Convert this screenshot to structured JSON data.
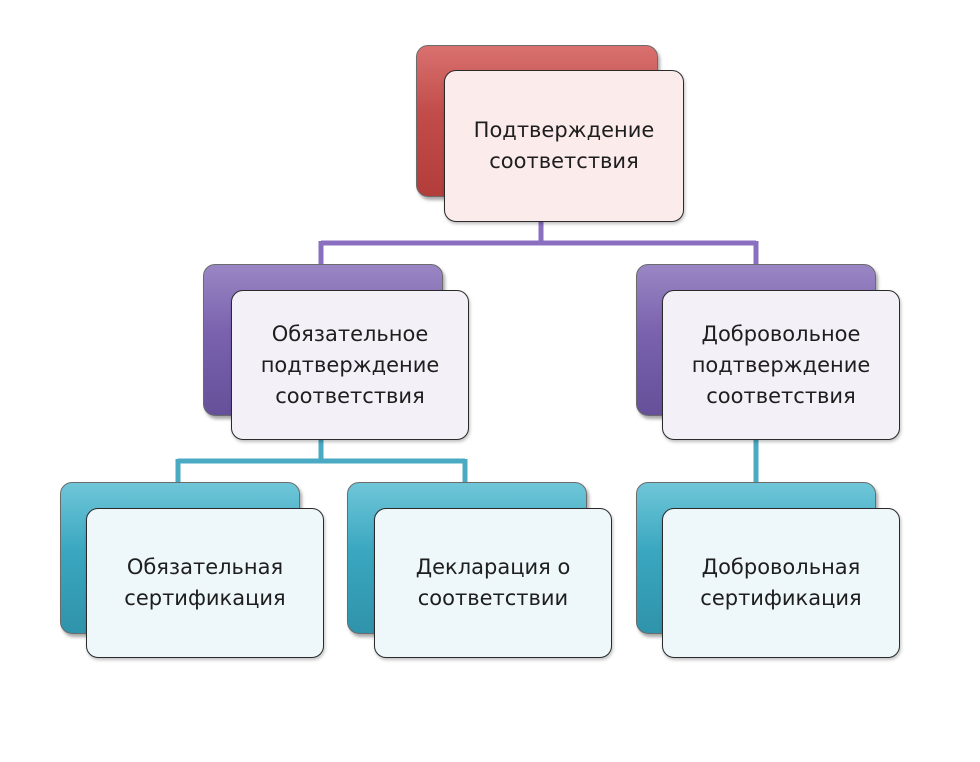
{
  "diagram": {
    "root": {
      "label": "Подтверждение\nсоответствия",
      "color": "#c14c4a"
    },
    "mandatory": {
      "label": "Обязательное\nподтверждение\nсоответствия",
      "color": "#7a62ae"
    },
    "voluntary": {
      "label": "Добровольное\nподтверждение\nсоответствия",
      "color": "#7a62ae"
    },
    "mandatory_certification": {
      "label": "Обязательная\nсертификация",
      "color": "#3aa7c0"
    },
    "declaration": {
      "label": "Декларация о\nсоответствии",
      "color": "#3aa7c0"
    },
    "voluntary_certification": {
      "label": "Добровольная\nсертификация",
      "color": "#3aa7c0"
    },
    "connector_colors": {
      "level1": "#8a6fc0",
      "level2": "#4aaac4"
    }
  }
}
